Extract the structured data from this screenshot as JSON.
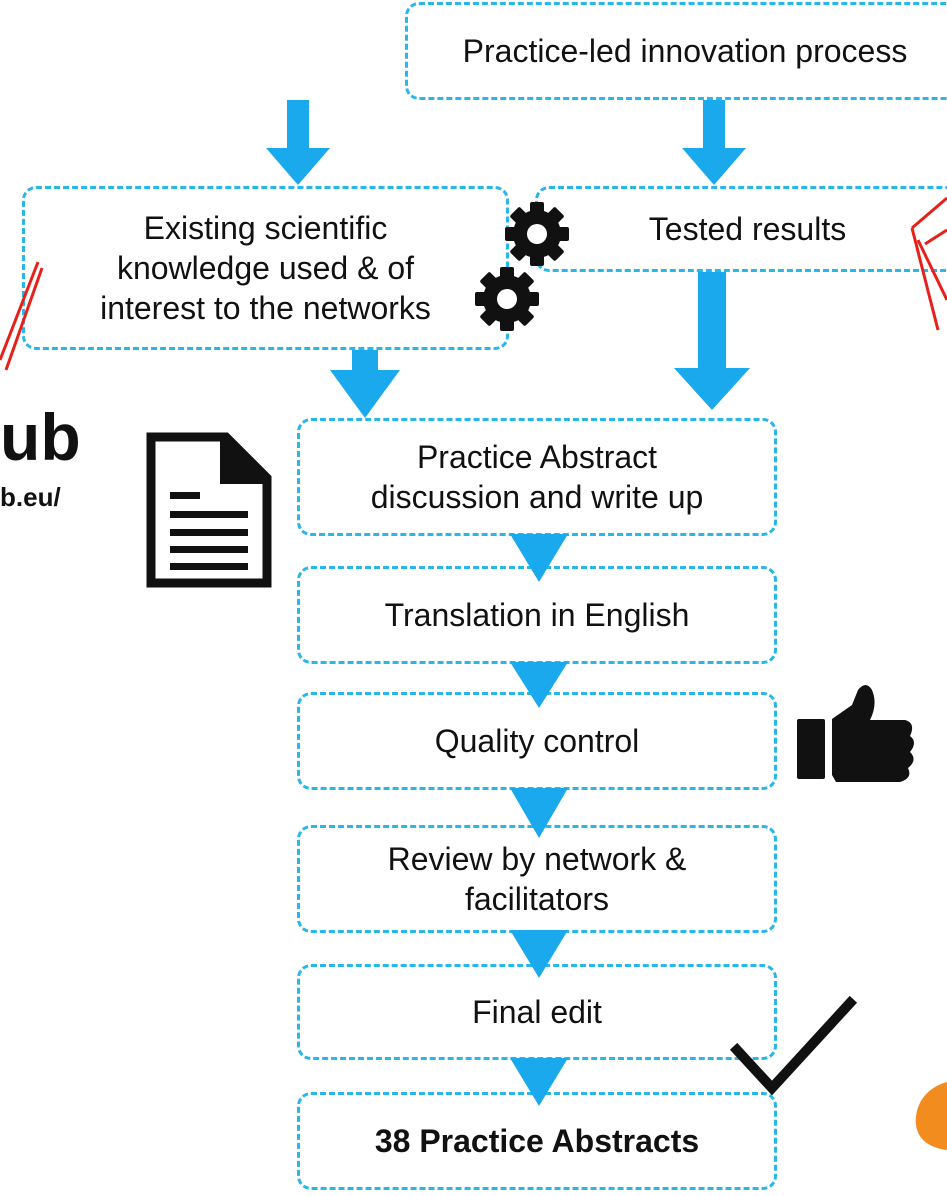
{
  "boxes": {
    "top": "Practice-led innovation process",
    "existing_line1": "Existing scientific",
    "existing_line2": "knowledge used & of",
    "existing_line3": "interest to the networks",
    "tested": "Tested results",
    "practice_line1": "Practice Abstract",
    "practice_line2": "discussion and write up",
    "translation": "Translation in English",
    "quality": "Quality control",
    "review_line1": "Review by network &",
    "review_line2": "facilitators",
    "final_edit": "Final edit",
    "result": "38 Practice Abstracts"
  },
  "side": {
    "hub_fragment": "ub",
    "url_fragment": "b.eu/"
  },
  "icons": [
    "gear-icon",
    "document-icon",
    "thumbs-up-icon",
    "checkmark-icon"
  ],
  "colors": {
    "box_border": "#29b6e8",
    "arrow": "#1aa9ec",
    "accent_red": "#e8201a",
    "accent_orange": "#f28c1e",
    "icon": "#111111"
  }
}
